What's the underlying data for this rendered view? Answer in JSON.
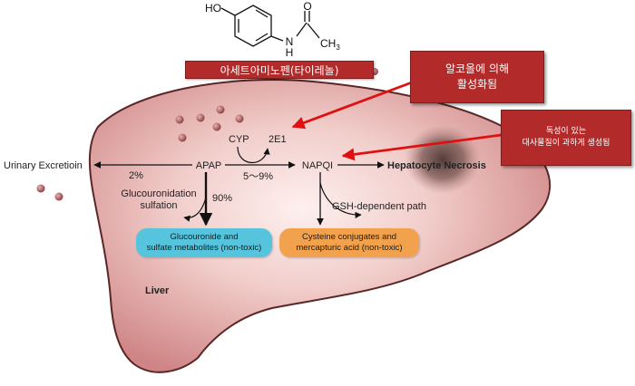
{
  "molecule": {
    "atom_ho": "HO",
    "atom_o": "O",
    "atom_n": "N",
    "atom_h": "H",
    "atom_ch3": "CH",
    "atom_ch3_sub": "3"
  },
  "boxes": {
    "drug_name": "아세트아미노펜(타이레놀)",
    "alcohol_note": "알코올에 의해\n활성화됨",
    "toxic_note": "독성이 있는\n대사물질이 과하게 생성됨",
    "glucuronide": "Glucouronide and\nsulfate metabolites (non-toxic)",
    "cysteine": "Cysteine conjugates and\nmercapturic acid (non-toxic)"
  },
  "labels": {
    "urinary": "Urinary Excretioin",
    "apap": "APAP",
    "napqi": "NAPQI",
    "necrosis": "Hepatocyte Necrosis",
    "cyp": "CYP",
    "e1": "2E1",
    "pct_2": "2%",
    "pct_5_9": "5～9%",
    "pct_90": "90%",
    "gluc_line1": "Glucouronidation",
    "gluc_line2": "sulfation",
    "gsh": "GSH-dependent path",
    "liver": "Liver"
  },
  "colors": {
    "korean_box": "#b32a2a",
    "red_arrow": "#e01010",
    "liver_fill": "#e2a3a3",
    "liver_edge": "#5a2626",
    "molecule_dot": "#a85555",
    "glucuronide_box": "#56c4dc",
    "cysteine_box": "#f2a24c"
  }
}
